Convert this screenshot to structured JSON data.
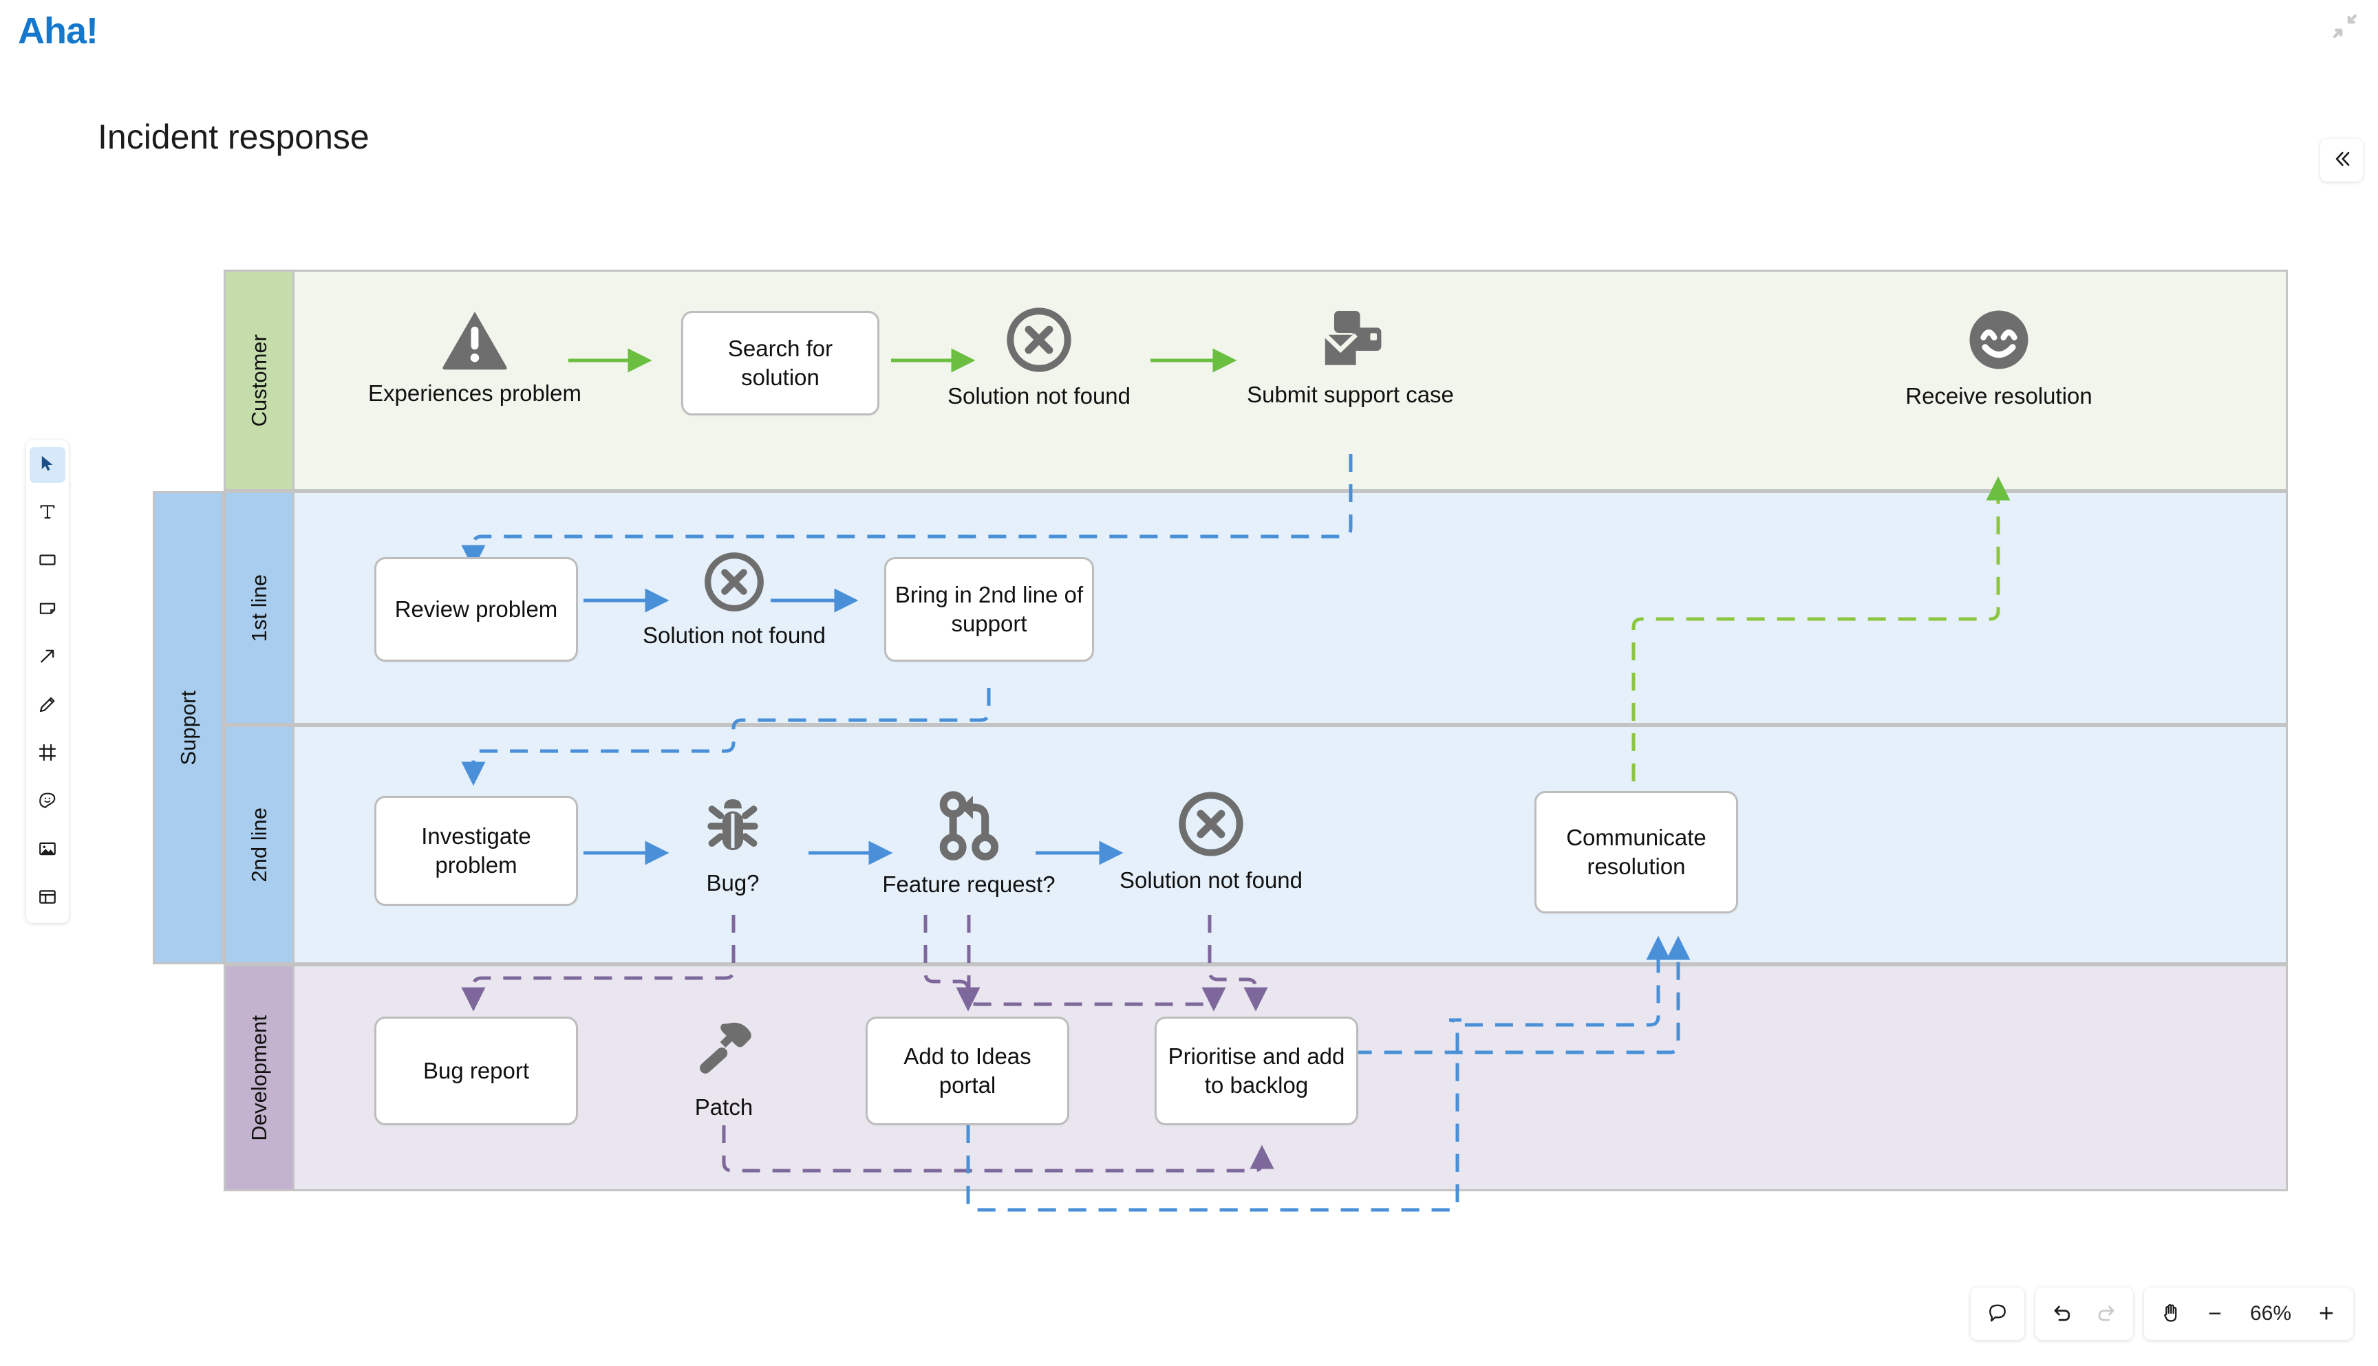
{
  "app": {
    "brand": "Aha!",
    "brand_color": "#1478cd",
    "page_title": "Incident response"
  },
  "header": {
    "collapse_icon": "exit-fullscreen-icon",
    "panel_toggle_icon": "chevron-double-left-icon"
  },
  "toolbar": {
    "tools": [
      {
        "name": "select-tool",
        "icon": "cursor-arrow-icon",
        "active": true
      },
      {
        "name": "text-tool",
        "icon": "text-t-icon",
        "active": false
      },
      {
        "name": "shape-tool",
        "icon": "rectangle-icon",
        "active": false
      },
      {
        "name": "note-tool",
        "icon": "sticky-note-icon",
        "active": false
      },
      {
        "name": "arrow-tool",
        "icon": "arrow-up-right-icon",
        "active": false
      },
      {
        "name": "pen-tool",
        "icon": "pencil-icon",
        "active": false
      },
      {
        "name": "frame-tool",
        "icon": "frame-icon",
        "active": false
      },
      {
        "name": "sticker-tool",
        "icon": "sticker-smiley-icon",
        "active": false
      },
      {
        "name": "image-tool",
        "icon": "image-icon",
        "active": false
      },
      {
        "name": "template-tool",
        "icon": "layout-template-icon",
        "active": false
      }
    ]
  },
  "controls": {
    "comment_icon": "comment-bubble-icon",
    "undo_icon": "undo-arrow-icon",
    "redo_icon": "redo-arrow-icon",
    "pan_icon": "hand-pan-icon",
    "zoom_out_label": "−",
    "zoom_level": "66%",
    "zoom_in_label": "+"
  },
  "diagram": {
    "type": "swimlane-flowchart",
    "groups": [
      {
        "label": "Support",
        "color": "#a8cdee",
        "lanes": [
          "1st line",
          "2nd line"
        ]
      }
    ],
    "lanes": [
      {
        "id": "customer",
        "label": "Customer",
        "header_color": "#c5ddaa",
        "body_color": "#f1f5ec",
        "arrow_color": "#6abf40"
      },
      {
        "id": "first-line",
        "label": "1st line",
        "header_color": "#a8cdee",
        "body_color": "#e5f0fa",
        "arrow_color": "#4a90d9"
      },
      {
        "id": "second-line",
        "label": "2nd line",
        "header_color": "#a8cdee",
        "body_color": "#e5f0fa",
        "arrow_color": "#4a90d9"
      },
      {
        "id": "development",
        "label": "Development",
        "header_color": "#c4b3cf",
        "body_color": "#eae6ef",
        "arrow_color": "#7e689b"
      }
    ],
    "nodes": [
      {
        "id": "experiences-problem",
        "lane": "customer",
        "kind": "icon",
        "icon": "warning-triangle-icon",
        "label": "Experiences problem"
      },
      {
        "id": "search-for-solution",
        "lane": "customer",
        "kind": "box",
        "label": "Search for solution"
      },
      {
        "id": "solution-not-found-1",
        "lane": "customer",
        "kind": "icon",
        "icon": "x-circle-icon",
        "label": "Solution not found"
      },
      {
        "id": "submit-support-case",
        "lane": "customer",
        "kind": "icon",
        "icon": "support-case-icon",
        "label": "Submit support case"
      },
      {
        "id": "receive-resolution",
        "lane": "customer",
        "kind": "icon",
        "icon": "smiley-face-icon",
        "label": "Receive resolution"
      },
      {
        "id": "review-problem",
        "lane": "first-line",
        "kind": "box",
        "label": "Review problem"
      },
      {
        "id": "solution-not-found-2",
        "lane": "first-line",
        "kind": "icon",
        "icon": "x-circle-icon",
        "label": "Solution not found"
      },
      {
        "id": "bring-in-2nd-line",
        "lane": "first-line",
        "kind": "box",
        "label": "Bring in 2nd line of support"
      },
      {
        "id": "investigate-problem",
        "lane": "second-line",
        "kind": "box",
        "label": "Investigate problem"
      },
      {
        "id": "bug-question",
        "lane": "second-line",
        "kind": "icon",
        "icon": "bug-icon",
        "label": "Bug?"
      },
      {
        "id": "feature-request",
        "lane": "second-line",
        "kind": "icon",
        "icon": "git-branch-icon",
        "label": "Feature request?"
      },
      {
        "id": "solution-not-found-3",
        "lane": "second-line",
        "kind": "icon",
        "icon": "x-circle-icon",
        "label": "Solution not found"
      },
      {
        "id": "communicate-resolution",
        "lane": "second-line",
        "kind": "box",
        "label": "Communicate resolution"
      },
      {
        "id": "bug-report",
        "lane": "development",
        "kind": "box",
        "label": "Bug report"
      },
      {
        "id": "patch",
        "lane": "development",
        "kind": "icon",
        "icon": "hammer-icon",
        "label": "Patch"
      },
      {
        "id": "add-to-ideas-portal",
        "lane": "development",
        "kind": "box",
        "label": "Add to Ideas portal"
      },
      {
        "id": "prioritise-add-backlog",
        "lane": "development",
        "kind": "box",
        "label": "Prioritise and add to backlog"
      }
    ]
  }
}
